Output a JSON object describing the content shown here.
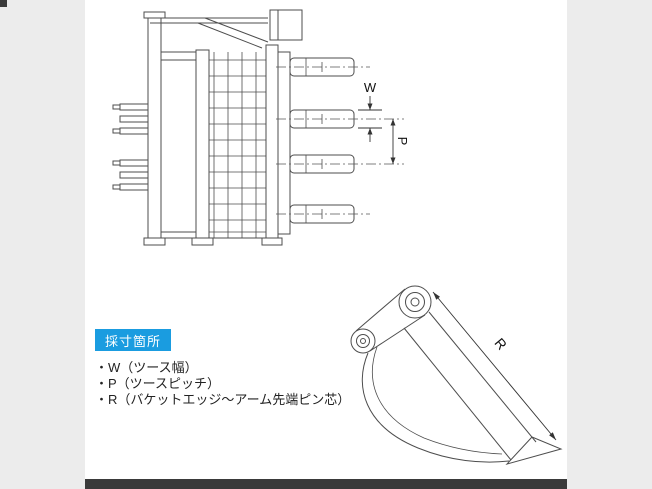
{
  "page": {
    "background_color": "#ececec",
    "panel_color": "#ffffff",
    "footer_bar_color": "#3a3a3a",
    "diagram_line_color": "#4d4d4d"
  },
  "badge": {
    "label": "採寸箇所",
    "background_color": "#1a9ce0",
    "text_color": "#ffffff"
  },
  "legend": {
    "items": [
      "・W（ツース幅）",
      "・P（ツースピッチ）",
      "・R（バケットエッジ～アーム先端ピン芯）"
    ]
  },
  "dimension_labels": {
    "w": "W",
    "p": "P",
    "r": "R"
  }
}
